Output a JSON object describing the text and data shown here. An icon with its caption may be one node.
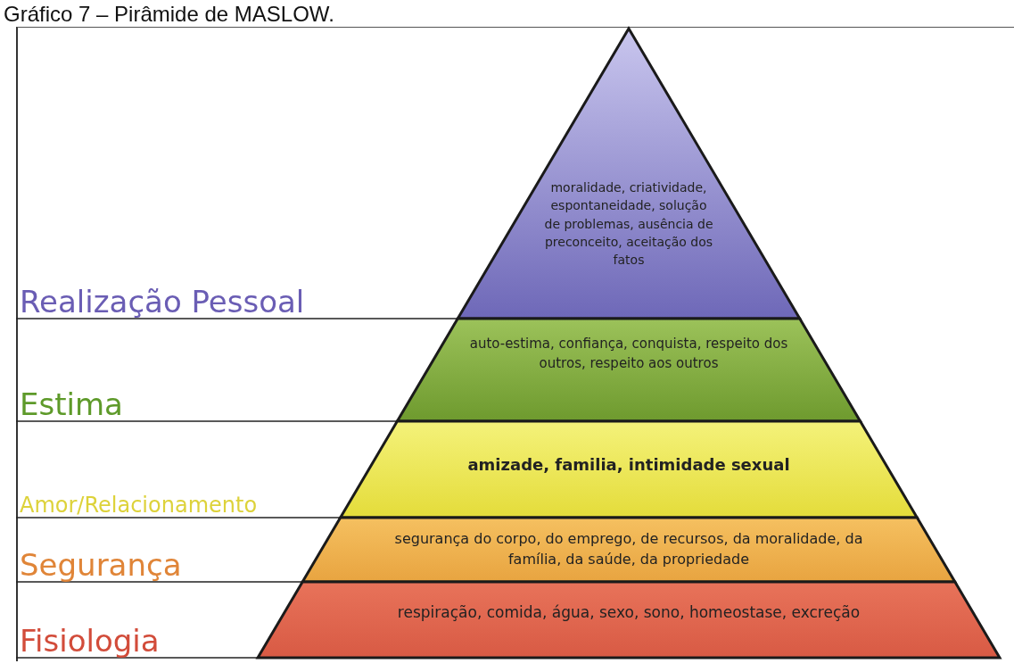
{
  "diagram": {
    "title": "Gráfico 7 – Pirâmide de MASLOW.",
    "nodes": [
      {
        "text": [
          "Realização Pessoal",
          "moralidade, criatividade, espontaneidade, solução de problemas, ausência de preconceito, aceitação dos fatos"
        ]
      },
      {
        "text": [
          "Estima",
          "auto-estima, confiança, conquista, respeito dos outros, respeito aos outros"
        ]
      },
      {
        "text": [
          "Amor/Relacionamento",
          "amizade, familia, intimidade sexual"
        ]
      },
      {
        "text": [
          "Segurança",
          "segurança do corpo, do emprego, de recursos, da moralidade, da família, da saúde, da propriedade"
        ]
      },
      {
        "text": [
          "Fisiologia",
          "respiração, comida, água, sexo, sono, homeostase, excreção"
        ]
      }
    ]
  }
}
